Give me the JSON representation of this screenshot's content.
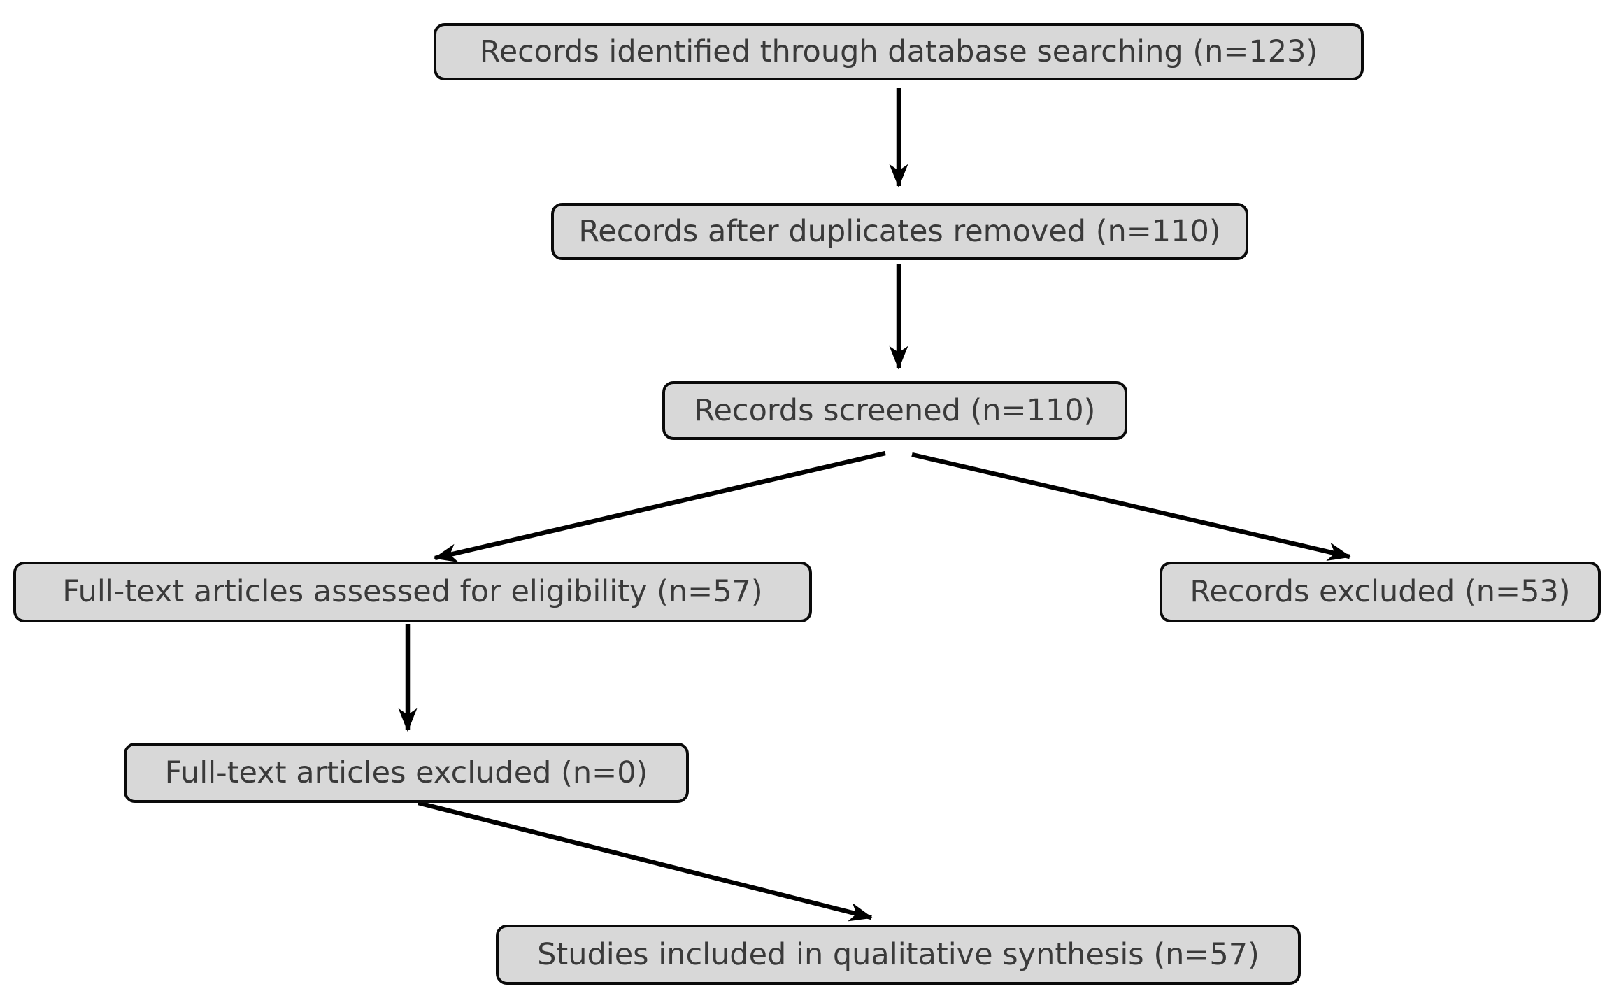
{
  "diagram": {
    "type": "flowchart",
    "style": {
      "background_color": "#ffffff",
      "node_fill_color": "#d8d8d8",
      "node_border_color": "#0a0a0a",
      "text_color": "#3a3a3a",
      "arrow_color": "#000000"
    },
    "nodes": [
      {
        "id": "records-identified",
        "label": "Records identified through database searching (n=123)",
        "n": 123
      },
      {
        "id": "records-after-duplicates",
        "label": "Records after duplicates removed (n=110)",
        "n": 110
      },
      {
        "id": "records-screened",
        "label": "Records screened (n=110)",
        "n": 110
      },
      {
        "id": "fulltext-assessed",
        "label": "Full-text articles assessed for eligibility (n=57)",
        "n": 57
      },
      {
        "id": "records-excluded",
        "label": "Records excluded (n=53)",
        "n": 53
      },
      {
        "id": "fulltext-excluded",
        "label": "Full-text articles excluded (n=0)",
        "n": 0
      },
      {
        "id": "studies-included-qualitative",
        "label": "Studies included in qualitative synthesis (n=57)",
        "n": 57
      }
    ],
    "edges": [
      {
        "from": "records-identified",
        "to": "records-after-duplicates"
      },
      {
        "from": "records-after-duplicates",
        "to": "records-screened"
      },
      {
        "from": "records-screened",
        "to": "fulltext-assessed"
      },
      {
        "from": "records-screened",
        "to": "records-excluded"
      },
      {
        "from": "fulltext-assessed",
        "to": "fulltext-excluded"
      },
      {
        "from": "fulltext-excluded",
        "to": "studies-included-qualitative"
      }
    ]
  }
}
